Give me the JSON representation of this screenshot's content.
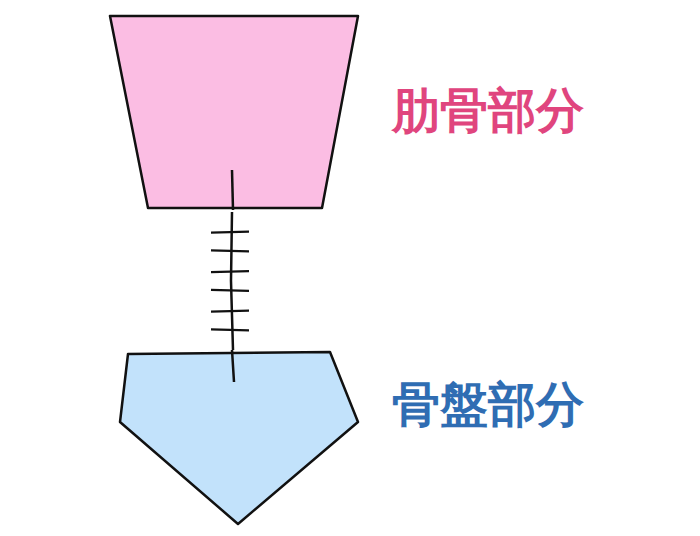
{
  "diagram": {
    "nodes": [
      {
        "text": [
          "肋骨部分"
        ]
      },
      {
        "text": [
          "骨盤部分"
        ]
      }
    ],
    "edges": [
      {
        "from": 0,
        "to": 1,
        "arrow": "none"
      }
    ]
  }
}
